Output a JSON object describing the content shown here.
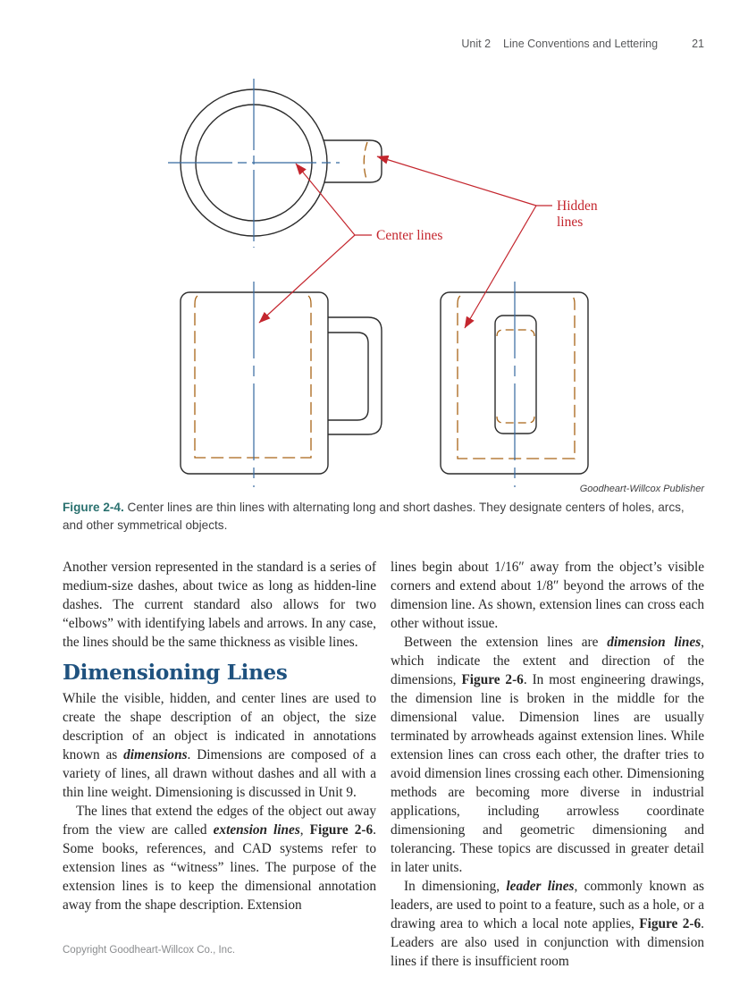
{
  "header": {
    "unit": "Unit 2",
    "title": "Line Conventions and Lettering",
    "page_number": "21"
  },
  "figure": {
    "credit": "Goodheart-Willcox Publisher",
    "caption": {
      "label": "Figure 2-4.",
      "text": "Center lines are thin lines with alternating long and short dashes. They designate centers of holes, arcs, and other symmetrical objects."
    },
    "callouts": {
      "center_lines": "Center lines",
      "hidden_lines_line1": "Hidden",
      "hidden_lines_line2": "lines"
    },
    "colors": {
      "object_line": "#2b2b2b",
      "center_line": "#35699f",
      "hidden_line": "#a96518",
      "annotation_red": "#c4262e",
      "heading_blue": "#1f527f",
      "caption_teal": "#2a716f"
    }
  },
  "content": {
    "left_column": [
      {
        "type": "p",
        "runs": [
          {
            "t": "Another version represented in the standard is a series of medium-size dashes, about twice as long as hidden-line dashes. The current standard also allows for two “elbows” with identifying labels and arrows. In any case, the lines should be the same thickness as visible lines."
          }
        ]
      },
      {
        "type": "h2",
        "text": "Dimensioning Lines"
      },
      {
        "type": "p",
        "runs": [
          {
            "t": "While the visible, hidden, and center lines are used to create the shape description of an object, the size description of an object is indicated in annotations known as "
          },
          {
            "t": "dimensions",
            "style": "bi"
          },
          {
            "t": ". Dimensions are composed of a variety of lines, all drawn without dashes and all with a thin line weight. Dimensioning is discussed in Unit 9."
          }
        ]
      },
      {
        "type": "p",
        "indent": true,
        "runs": [
          {
            "t": "The lines that extend the edges of the object out away from the view are called "
          },
          {
            "t": "extension lines",
            "style": "bi"
          },
          {
            "t": ", "
          },
          {
            "t": "Figure 2-6",
            "style": "b"
          },
          {
            "t": ". Some books, references, and CAD systems refer to extension lines as “witness” lines. The purpose of the extension lines is to keep the dimensional annotation away from the shape description. Extension"
          }
        ]
      }
    ],
    "right_column": [
      {
        "type": "p",
        "runs": [
          {
            "t": "lines begin about 1/16″ away from the object’s visible corners and extend about 1/8″ beyond the arrows of the dimension line. As shown, extension lines can cross each other without issue."
          }
        ]
      },
      {
        "type": "p",
        "indent": true,
        "runs": [
          {
            "t": "Between the extension lines are "
          },
          {
            "t": "dimension lines",
            "style": "bi"
          },
          {
            "t": ", which indicate the extent and direction of the dimensions, "
          },
          {
            "t": "Figure 2-6",
            "style": "b"
          },
          {
            "t": ". In most engineering drawings, the dimension line is broken in the middle for the dimensional value. Dimension lines are usually terminated by arrowheads against extension lines. While extension lines can cross each other, the drafter tries to avoid dimension lines crossing each other. Dimensioning methods are becoming more diverse in industrial applications, including arrowless coordinate dimensioning and geometric dimensioning and tolerancing. These topics are discussed in greater detail in later units."
          }
        ]
      },
      {
        "type": "p",
        "indent": true,
        "runs": [
          {
            "t": "In dimensioning, "
          },
          {
            "t": "leader lines",
            "style": "bi"
          },
          {
            "t": ", commonly known as leaders, are used to point to a feature, such as a hole, or a drawing area to which a local note applies, "
          },
          {
            "t": "Figure 2-6",
            "style": "b"
          },
          {
            "t": ". Leaders are also used in conjunction with dimension lines if there is insufficient room"
          }
        ]
      }
    ]
  },
  "footer": {
    "copyright": "Copyright Goodheart-Willcox Co., Inc."
  }
}
